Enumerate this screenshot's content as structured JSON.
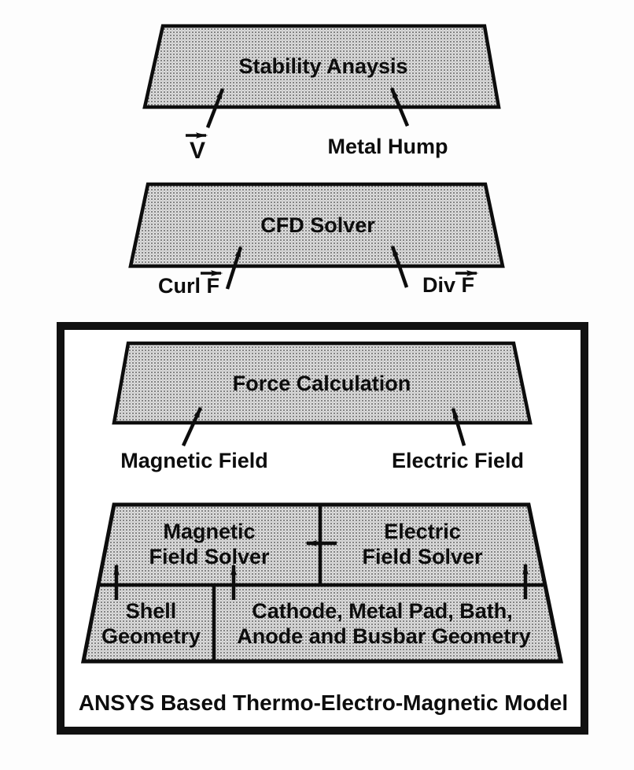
{
  "colors": {
    "background": "#fdfdfd",
    "shape_fill_base": "#dcdcdc",
    "shape_fill_dot": "#4a4a4a",
    "line": "#0d0d0d",
    "box_border": "#111111"
  },
  "stability": {
    "label": "Stability Anaysis",
    "input_velocity": "V",
    "input_metal_hump": "Metal Hump"
  },
  "cfd": {
    "label": "CFD Solver",
    "input_curl": "Curl F",
    "input_div": "Div F"
  },
  "ansys_box": {
    "force": {
      "label": "Force Calculation"
    },
    "magnetic_field_label": "Magnetic Field",
    "electric_field_label": "Electric Field",
    "magnetic_solver": {
      "line1": "Magnetic",
      "line2": "Field Solver"
    },
    "electric_solver": {
      "line1": "Electric",
      "line2": "Field Solver"
    },
    "shell": {
      "line1": "Shell",
      "line2": "Geometry"
    },
    "cathode": {
      "line1": "Cathode, Metal Pad, Bath,",
      "line2": "Anode and Busbar Geometry"
    },
    "caption": "ANSYS Based Thermo-Electro-Magnetic Model"
  }
}
